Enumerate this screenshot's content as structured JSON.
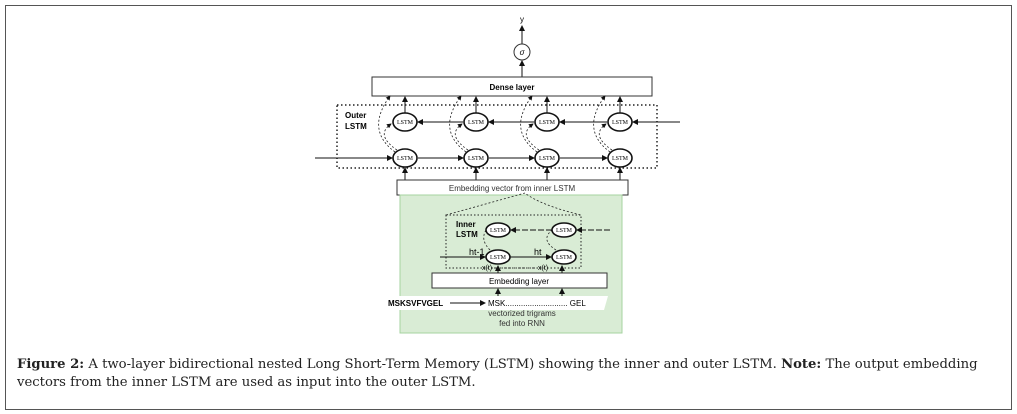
{
  "diagram": {
    "output_label": "y",
    "sigmoid_label": "σ",
    "dense_layer": "Dense layer",
    "outer_label_line1": "Outer",
    "outer_label_line2": "LSTM",
    "cell_label": "LSTM",
    "embedding_vector": "Embedding vector from inner LSTM",
    "inner_label_line1": "Inner",
    "inner_label_line2": "LSTM",
    "h_prev": "ht-1",
    "h_t": "ht",
    "x_0": "x(t)",
    "x_t": "x(t)",
    "embedding_layer": "Embedding layer",
    "sequence": "MSKSVFVGEL",
    "trigrams": "MSK............................ GEL",
    "trigram_note_line1": "vectorized trigrams",
    "trigram_note_line2": "fed into RNN",
    "colors": {
      "inner_panel": "#d9ecd5",
      "inner_panel_border": "#a6d3a0"
    }
  },
  "caption": {
    "label": "Figure 2:",
    "text": " A two-layer bidirectional nested Long Short-Term Memory (LSTM) showing the inner and outer LSTM. ",
    "note_label": "Note:",
    "note_text": " The output embedding vectors from the inner LSTM are used as input into the outer LSTM."
  }
}
